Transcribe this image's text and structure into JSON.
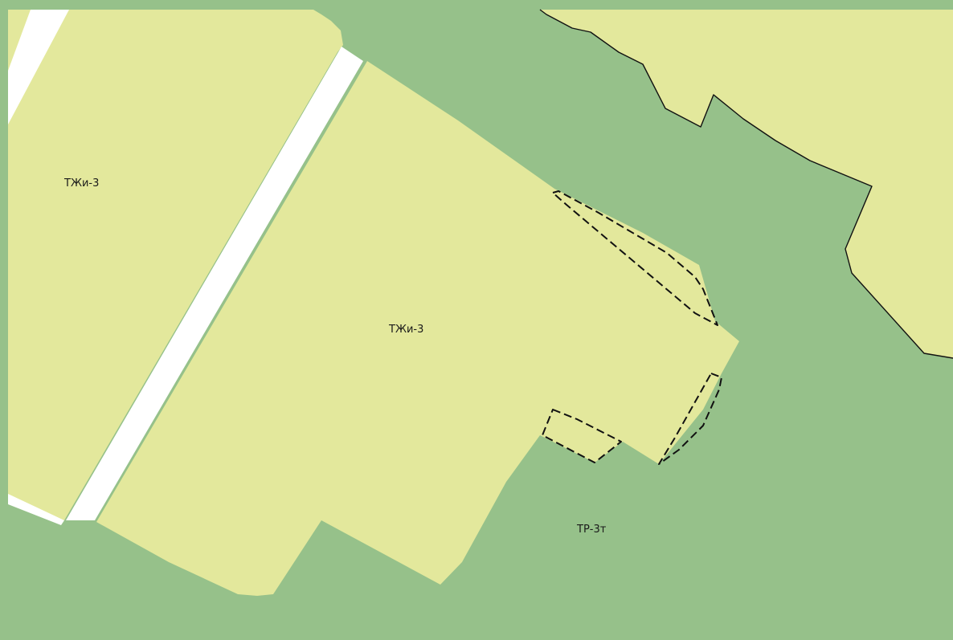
{
  "map": {
    "colors": {
      "residential": "#e3e89c",
      "recreation": "#96c18a",
      "road": "#ffffff",
      "outline": "#111111"
    },
    "labels": {
      "zone_left": "ТЖи-3",
      "zone_center": "ТЖи-3",
      "zone_recreation": "ТР-3т"
    }
  }
}
